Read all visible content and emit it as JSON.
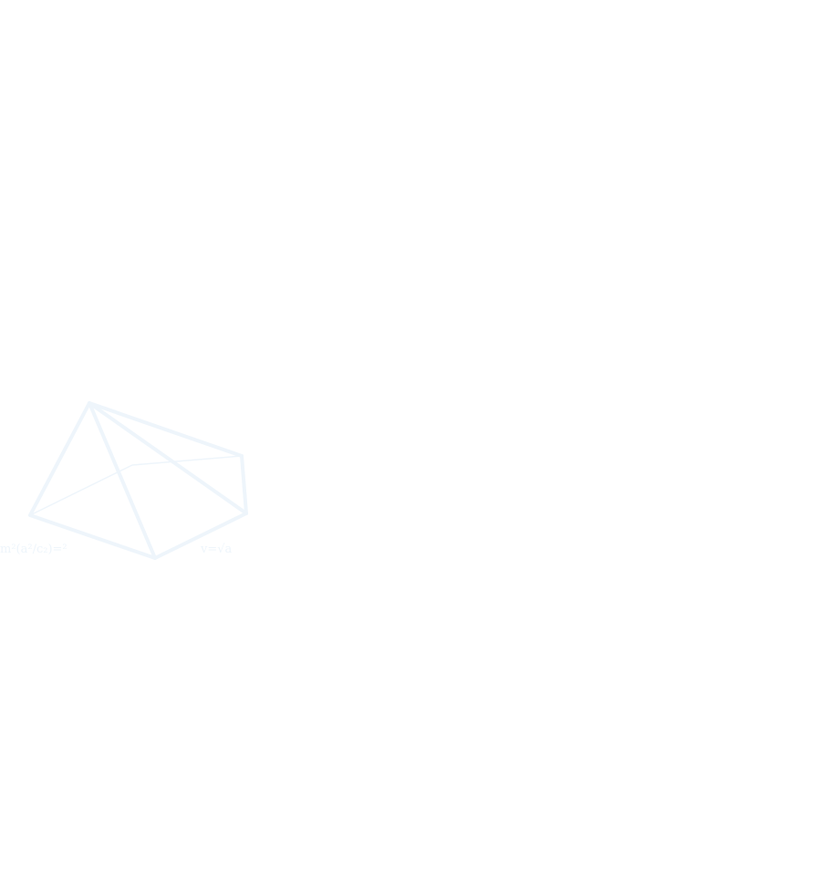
{
  "diagram": {
    "type": "wireframe-pyramid",
    "colors": {
      "background": "#ffffff",
      "stroke": "#eef5fb"
    },
    "labels": {
      "left_formula": "m²(a²/c₂)=²",
      "right_formula": "v=√a"
    }
  }
}
